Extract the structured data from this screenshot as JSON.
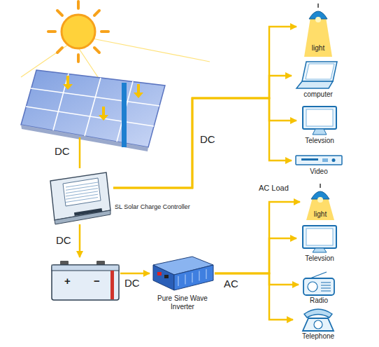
{
  "diagram": {
    "nodes": [
      {
        "text": [
          "SL Solar Charge Controller"
        ]
      },
      {
        "text": [
          "+",
          "−"
        ]
      },
      {
        "text": [
          "Pure Sine Wave Inverter"
        ]
      },
      {
        "text": [
          "light"
        ]
      },
      {
        "text": [
          "computer"
        ]
      },
      {
        "text": [
          "Televsion"
        ]
      },
      {
        "text": [
          "Video"
        ]
      },
      {
        "text": [
          "light"
        ]
      },
      {
        "text": [
          "Televsion"
        ]
      },
      {
        "text": [
          "Radio"
        ]
      },
      {
        "text": [
          "Telephone"
        ]
      }
    ],
    "edges": [
      {
        "from": 0,
        "to": 1,
        "arrow": "to",
        "label": "DC"
      },
      {
        "from": 1,
        "to": 2,
        "arrow": "to",
        "label": "DC"
      },
      {
        "from": 0,
        "to": 3,
        "arrow": "to",
        "label": "DC"
      },
      {
        "from": 0,
        "to": 4,
        "arrow": "to"
      },
      {
        "from": 0,
        "to": 5,
        "arrow": "to"
      },
      {
        "from": 0,
        "to": 6,
        "arrow": "to"
      },
      {
        "from": 2,
        "to": 7,
        "arrow": "to",
        "label": "AC"
      },
      {
        "from": 2,
        "to": 8,
        "arrow": "to"
      },
      {
        "from": 2,
        "to": 9,
        "arrow": "to"
      },
      {
        "from": 2,
        "to": 10,
        "arrow": "to"
      }
    ],
    "labels": [
      "DC",
      "AC Load"
    ]
  }
}
